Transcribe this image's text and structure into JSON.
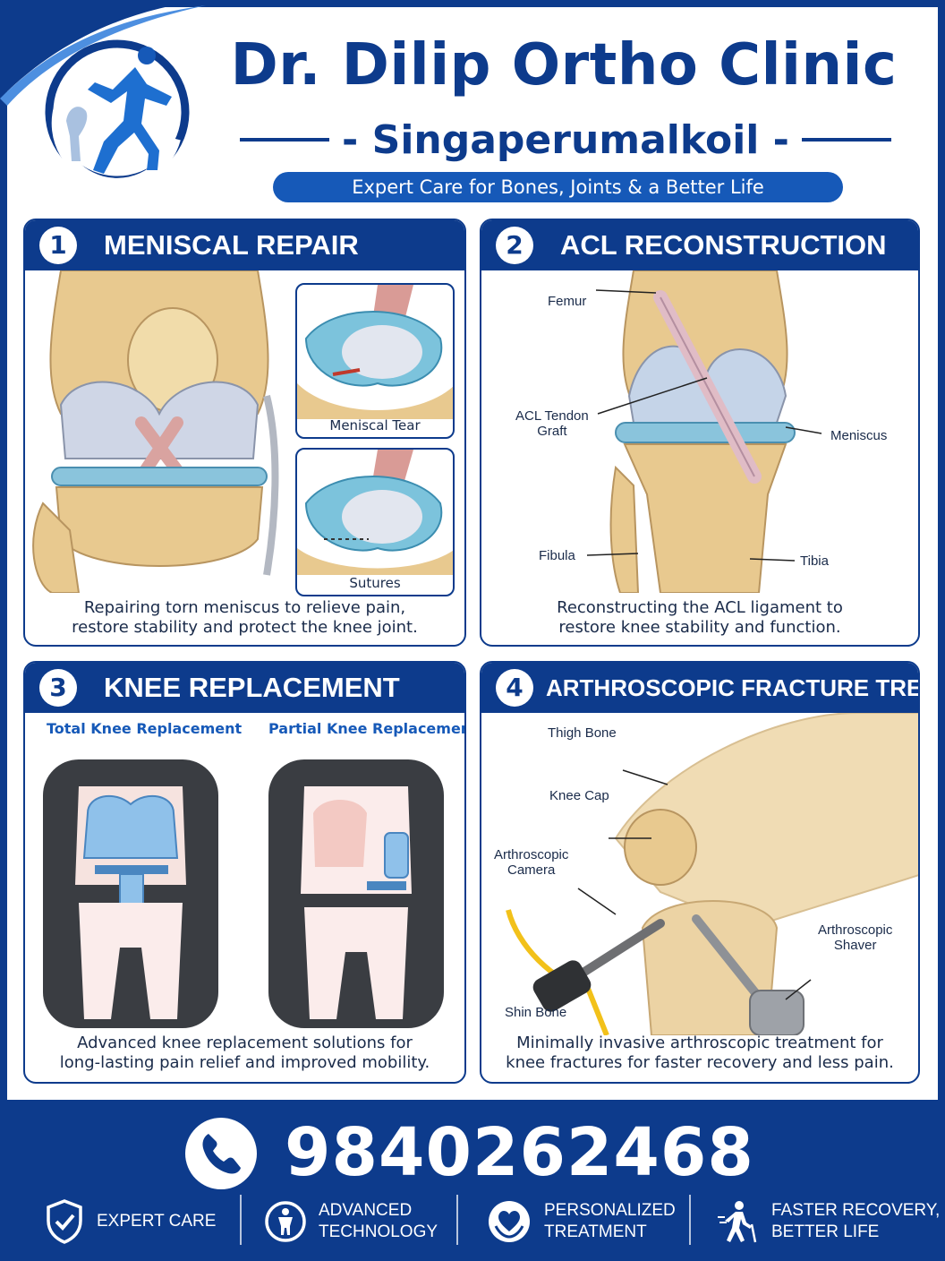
{
  "header": {
    "title": "Dr. Dilip Ortho Clinic",
    "subtitle": "- Singaperumalkoil -",
    "tagline": "Expert Care for Bones, Joints & a Better Life",
    "logo_icon": "running-man-logo-icon"
  },
  "panels": [
    {
      "number": "1",
      "title": "MENISCAL REPAIR",
      "insets": [
        "Meniscal Tear",
        "Sutures"
      ],
      "caption_lines": [
        "Repairing torn meniscus to relieve pain,",
        "restore stability and protect the knee joint."
      ]
    },
    {
      "number": "2",
      "title": "ACL RECONSTRUCTION",
      "labels": {
        "femur": "Femur",
        "acl_line1": "ACL Tendon",
        "acl_line2": "Graft",
        "meniscus": "Meniscus",
        "fibula": "Fibula",
        "tibia": "Tibia"
      },
      "caption_lines": [
        "Reconstructing the ACL ligament to",
        "restore knee stability and function."
      ]
    },
    {
      "number": "3",
      "title": "KNEE REPLACEMENT",
      "types": [
        "Total Knee Replacement",
        "Partial Knee Replacement"
      ],
      "caption_lines": [
        "Advanced knee replacement solutions for",
        "long-lasting pain relief and improved mobility."
      ]
    },
    {
      "number": "4",
      "title": "ARTHROSCOPIC FRACTURE  TREATMENT",
      "labels": {
        "thigh": "Thigh Bone",
        "kneecap": "Knee Cap",
        "camera_line1": "Arthroscopic",
        "camera_line2": "Camera",
        "shaver_line1": "Arthroscopic",
        "shaver_line2": "Shaver",
        "shin": "Shin Bone"
      },
      "caption_lines": [
        "Minimally invasive arthroscopic treatment for",
        "knee fractures for faster recovery and less pain."
      ]
    }
  ],
  "footer": {
    "phone": "9840262468",
    "phone_icon": "phone-icon",
    "features": [
      {
        "icon": "shield-check-icon",
        "lines": [
          "EXPERT CARE"
        ]
      },
      {
        "icon": "person-icon",
        "lines": [
          "ADVANCED",
          "TECHNOLOGY"
        ]
      },
      {
        "icon": "heart-hands-icon",
        "lines": [
          "PERSONALIZED",
          "TREATMENT"
        ]
      },
      {
        "icon": "walking-person-icon",
        "lines": [
          "FASTER RECOVERY,",
          "BETTER LIFE"
        ]
      }
    ]
  },
  "colors": {
    "brand_navy": "#0d3b8c",
    "brand_blue": "#1659b8",
    "bone": "#e8c98f",
    "cartilage": "#c9d2e3",
    "meniscus": "#7cc3dc"
  }
}
